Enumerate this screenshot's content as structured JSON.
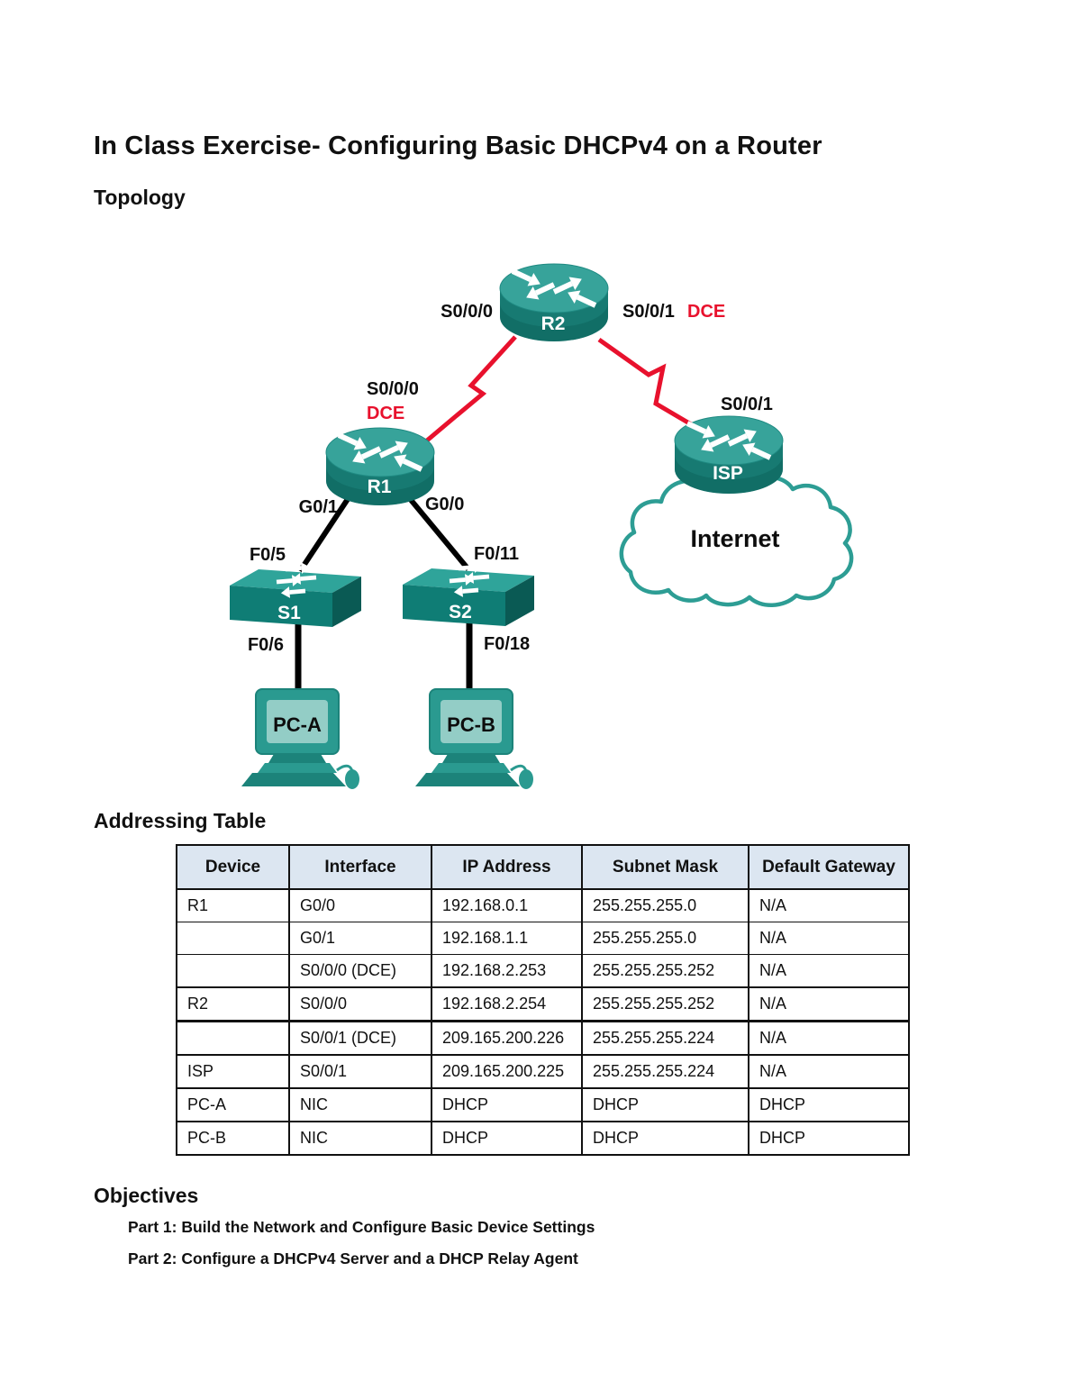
{
  "page": {
    "title": "In Class Exercise- Configuring Basic DHCPv4 on a Router",
    "topology_heading": "Topology",
    "addressing_heading": "Addressing Table",
    "objectives_heading": "Objectives",
    "objectives": [
      "Part 1: Build the Network and Configure Basic Device Settings",
      "Part 2: Configure a DHCPv4 Server and a DHCP Relay Agent"
    ]
  },
  "topology": {
    "devices": {
      "r1": "R1",
      "r2": "R2",
      "isp": "ISP",
      "s1": "S1",
      "s2": "S2",
      "pc_a": "PC-A",
      "pc_b": "PC-B",
      "cloud": "Internet"
    },
    "labels": {
      "r2_s000": "S0/0/0",
      "r2_s001": "S0/0/1",
      "r2_s001_dce": "DCE",
      "r1_s000": "S0/0/0",
      "r1_s000_dce": "DCE",
      "r1_g01": "G0/1",
      "r1_g00": "G0/0",
      "isp_s001": "S0/0/1",
      "s1_uplink": "F0/5",
      "s1_downlink": "F0/6",
      "s2_uplink": "F0/11",
      "s2_downlink": "F0/18"
    },
    "colors": {
      "device_teal_top": "#37a39a",
      "device_teal_body": "#177a72",
      "serial_link_red": "#e8112d",
      "ethernet_cable_black": "#000000",
      "cloud_outline_teal": "#2d9d94"
    }
  },
  "addressing_table": {
    "header_bg": "#dce6f1",
    "headers": [
      "Device",
      "Interface",
      "IP Address",
      "Subnet Mask",
      "Default Gateway"
    ],
    "rows": [
      [
        "R1",
        "G0/0",
        "192.168.0.1",
        "255.255.255.0",
        "N/A"
      ],
      [
        "",
        "G0/1",
        "192.168.1.1",
        "255.255.255.0",
        "N/A"
      ],
      [
        "",
        "S0/0/0 (DCE)",
        "192.168.2.253",
        "255.255.255.252",
        "N/A"
      ],
      [
        "R2",
        "S0/0/0",
        "192.168.2.254",
        "255.255.255.252",
        "N/A"
      ],
      [
        "",
        "S0/0/1 (DCE)",
        "209.165.200.226",
        "255.255.255.224",
        "N/A"
      ],
      [
        "ISP",
        "S0/0/1",
        "209.165.200.225",
        "255.255.255.224",
        "N/A"
      ],
      [
        "PC-A",
        "NIC",
        "DHCP",
        "DHCP",
        "DHCP"
      ],
      [
        "PC-B",
        "NIC",
        "DHCP",
        "DHCP",
        "DHCP"
      ]
    ]
  }
}
